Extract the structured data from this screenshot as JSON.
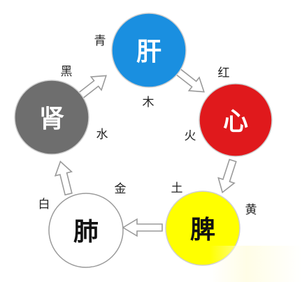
{
  "nodes": [
    {
      "id": "liver",
      "organ": "肝",
      "color_word": "青",
      "element": "木",
      "fill": "#1a8fe0",
      "text_color": "#ffffff"
    },
    {
      "id": "heart",
      "organ": "心",
      "color_word": "红",
      "element": "火",
      "fill": "#e0191c",
      "text_color": "#ffffff"
    },
    {
      "id": "spleen",
      "organ": "脾",
      "color_word": "黄",
      "element": "土",
      "fill": "#ffff00",
      "text_color": "#111111"
    },
    {
      "id": "lung",
      "organ": "肺",
      "color_word": "白",
      "element": "金",
      "fill": "#ffffff",
      "text_color": "#111111"
    },
    {
      "id": "kidney",
      "organ": "肾",
      "color_word": "黑",
      "element": "水",
      "fill": "#6e6e6e",
      "text_color": "#ffffff"
    }
  ],
  "arrow_color": "#9a9a9a"
}
